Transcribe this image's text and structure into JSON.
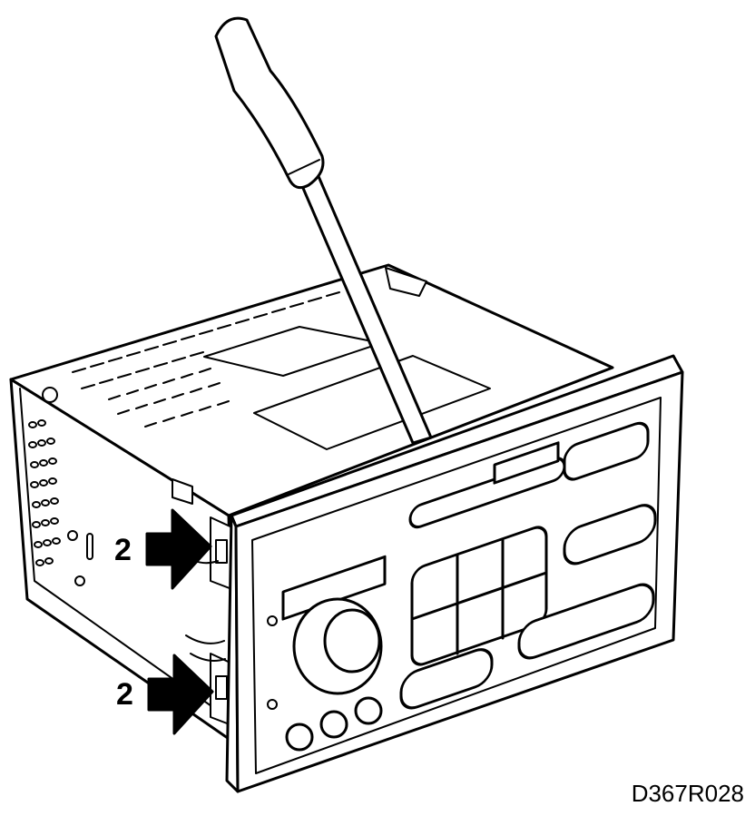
{
  "callouts": {
    "upper": "2",
    "lower": "2"
  },
  "figure_code": "D367R028",
  "colors": {
    "line": "#000000",
    "fill": "#ffffff"
  }
}
